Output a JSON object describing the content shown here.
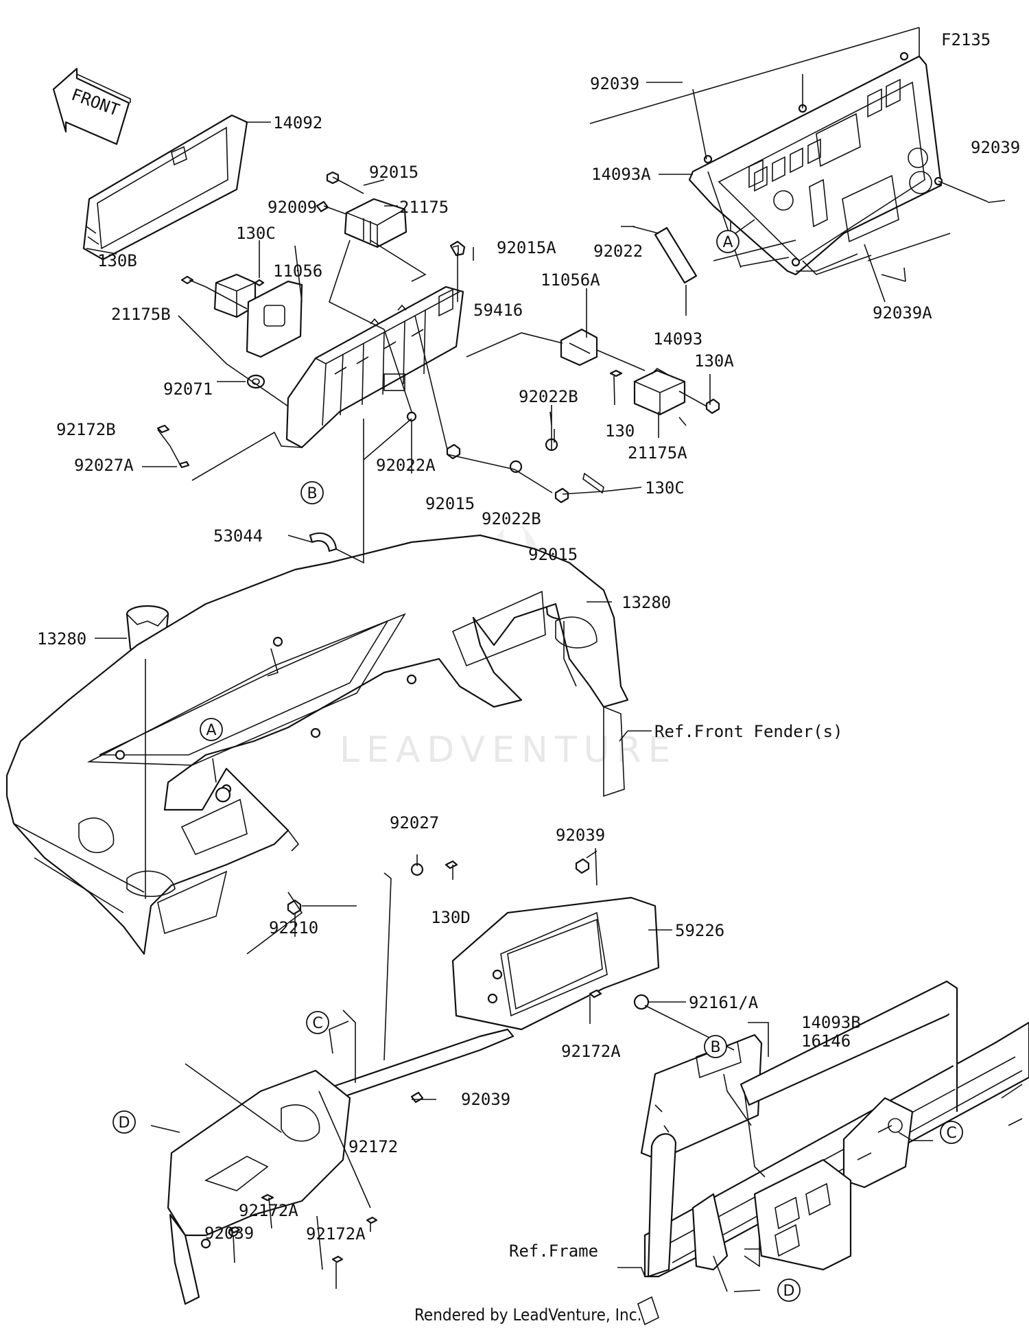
{
  "diagram_code": "F2135",
  "front_arrow": "FRONT",
  "watermark": "LEADVENTURE",
  "footer": "Rendered by LeadVenture, Inc.",
  "callouts": [
    {
      "id": "c-14092",
      "text": "14092"
    },
    {
      "id": "c-130B",
      "text": "130B"
    },
    {
      "id": "c-92015-top",
      "text": "92015"
    },
    {
      "id": "c-92009",
      "text": "92009"
    },
    {
      "id": "c-21175",
      "text": "21175"
    },
    {
      "id": "c-130C-top",
      "text": "130C"
    },
    {
      "id": "c-11056",
      "text": "11056"
    },
    {
      "id": "c-21175B",
      "text": "21175B"
    },
    {
      "id": "c-92015A",
      "text": "92015A"
    },
    {
      "id": "c-59416",
      "text": "59416"
    },
    {
      "id": "c-92071",
      "text": "92071"
    },
    {
      "id": "c-92172B",
      "text": "92172B"
    },
    {
      "id": "c-92027A",
      "text": "92027A"
    },
    {
      "id": "c-92022A",
      "text": "92022A"
    },
    {
      "id": "c-92015-mid",
      "text": "92015"
    },
    {
      "id": "c-92022B-a",
      "text": "92022B"
    },
    {
      "id": "c-92022B-b",
      "text": "92022B"
    },
    {
      "id": "c-92015-low",
      "text": "92015"
    },
    {
      "id": "c-53044",
      "text": "53044"
    },
    {
      "id": "c-11056A",
      "text": "11056A"
    },
    {
      "id": "c-130",
      "text": "130"
    },
    {
      "id": "c-130A",
      "text": "130A"
    },
    {
      "id": "c-21175A",
      "text": "21175A"
    },
    {
      "id": "c-130C-low",
      "text": "130C"
    },
    {
      "id": "c-92039-top",
      "text": "92039"
    },
    {
      "id": "c-14093A",
      "text": "14093A"
    },
    {
      "id": "c-92039-right",
      "text": "92039"
    },
    {
      "id": "c-92022",
      "text": "92022"
    },
    {
      "id": "c-14093",
      "text": "14093"
    },
    {
      "id": "c-92039A",
      "text": "92039A"
    },
    {
      "id": "c-13280-left",
      "text": "13280"
    },
    {
      "id": "c-13280-right",
      "text": "13280"
    },
    {
      "id": "c-ref-fender",
      "text": "Ref.Front Fender(s)"
    },
    {
      "id": "c-92027",
      "text": "92027"
    },
    {
      "id": "c-130D",
      "text": "130D"
    },
    {
      "id": "c-92039-mid",
      "text": "92039"
    },
    {
      "id": "c-59226",
      "text": "59226"
    },
    {
      "id": "c-92210",
      "text": "92210"
    },
    {
      "id": "c-92161A",
      "text": "92161/A"
    },
    {
      "id": "c-14093B",
      "text": "14093B"
    },
    {
      "id": "c-16146",
      "text": "16146"
    },
    {
      "id": "c-92172A-mid",
      "text": "92172A"
    },
    {
      "id": "c-92039-lower",
      "text": "92039"
    },
    {
      "id": "c-92172",
      "text": "92172"
    },
    {
      "id": "c-92172A-left",
      "text": "92172A"
    },
    {
      "id": "c-92039-bottom",
      "text": "92039"
    },
    {
      "id": "c-92172A-bottom",
      "text": "92172A"
    },
    {
      "id": "c-ref-frame",
      "text": "Ref.Frame"
    }
  ],
  "reference_marks": [
    {
      "id": "A",
      "text": "A"
    },
    {
      "id": "B",
      "text": "B"
    },
    {
      "id": "C",
      "text": "C"
    },
    {
      "id": "D",
      "text": "D"
    }
  ]
}
